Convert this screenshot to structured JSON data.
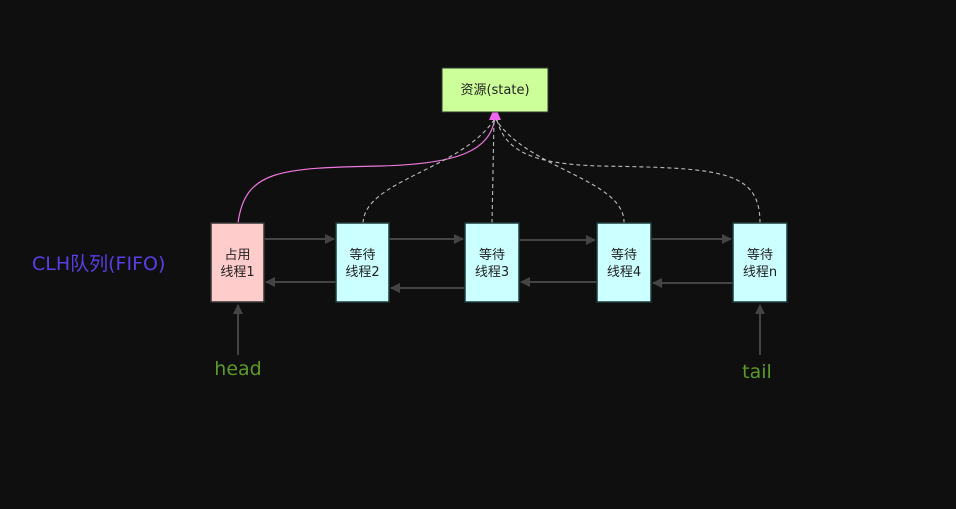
{
  "resource": {
    "label": "资源(state)",
    "color": "#ccff99"
  },
  "queue_label": "CLH队列(FIFO)",
  "nodes": [
    {
      "line1": "占用",
      "line2": "线程1",
      "color": "#ffcccc"
    },
    {
      "line1": "等待",
      "line2": "线程2",
      "color": "#ccffff"
    },
    {
      "line1": "等待",
      "line2": "线程3",
      "color": "#ccffff"
    },
    {
      "line1": "等待",
      "line2": "线程4",
      "color": "#ccffff"
    },
    {
      "line1": "等待",
      "line2": "线程n",
      "color": "#ccffff"
    }
  ],
  "head_label": "head",
  "tail_label": "tail",
  "colors": {
    "queue_label": "#5a3ee6",
    "pointer_label": "#5b9a2a",
    "acquire_edge": "#ee77dd",
    "wait_edge": "#bbbbbb",
    "link_edge": "#444444"
  }
}
